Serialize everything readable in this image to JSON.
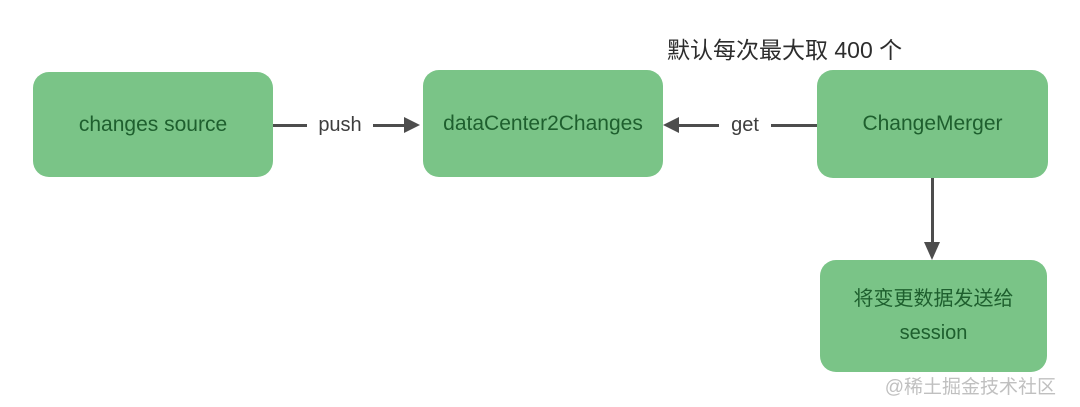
{
  "diagram": {
    "annotation": "默认每次最大取 400 个",
    "nodes": [
      {
        "id": "changes-source",
        "label": "changes source"
      },
      {
        "id": "dataCenter2Changes",
        "label": "dataCenter2Changes"
      },
      {
        "id": "ChangeMerger",
        "label": "ChangeMerger"
      },
      {
        "id": "send-to-session",
        "label_line1": "将变更数据发送给",
        "label_line2": "session"
      }
    ],
    "edges": [
      {
        "from": "changes-source",
        "to": "dataCenter2Changes",
        "label": "push",
        "direction": "right"
      },
      {
        "from": "ChangeMerger",
        "to": "dataCenter2Changes",
        "label": "get",
        "direction": "left"
      },
      {
        "from": "ChangeMerger",
        "to": "send-to-session",
        "label": "",
        "direction": "down"
      }
    ],
    "colors": {
      "node_fill": "#7AC487",
      "node_text": "#1E5F2E",
      "arrow": "#4D4D4D",
      "edge_label_text": "#3E3E3E",
      "annotation_text": "#2D2D2D",
      "watermark_text": "#BDBDBD",
      "background": "#FFFFFF"
    }
  },
  "watermark": "@稀土掘金技术社区"
}
